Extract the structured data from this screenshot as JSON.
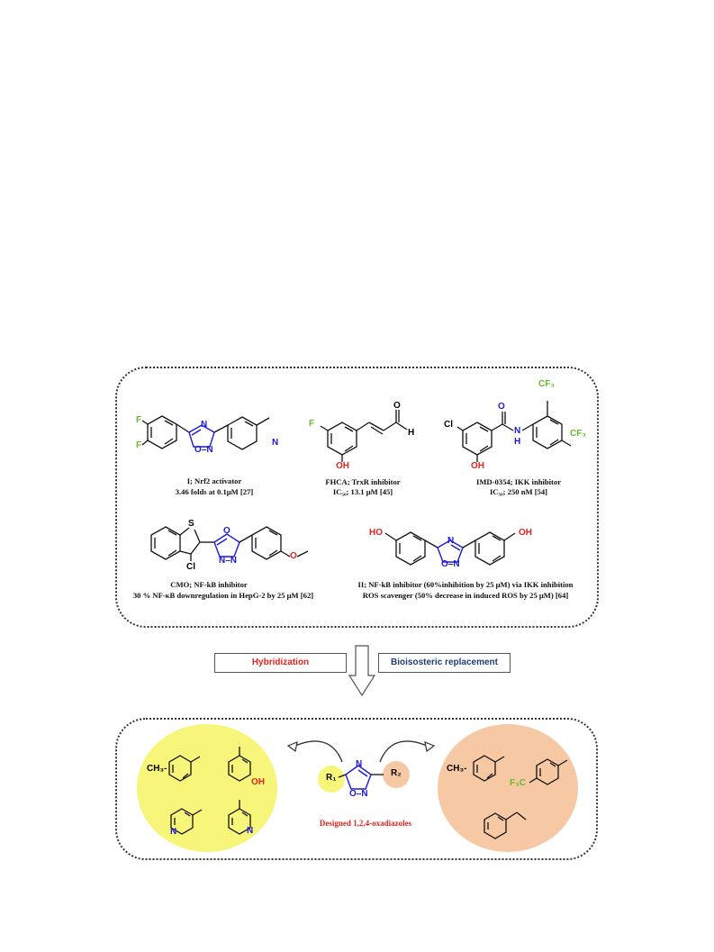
{
  "compounds": {
    "c1": {
      "line1": "I; Nrf2 activator",
      "line2": "3.46 folds at 0.1μM [27]"
    },
    "c2": {
      "line1": "FHCA; TrxR inhibitor",
      "line2": "IC₅₀; 13.1 μM [45]"
    },
    "c3": {
      "line1": "IMD-0354; IKK inhibitor",
      "line2": "IC₅₀; 250 nM [54]"
    },
    "c4": {
      "line1": "CMO; NF-kB inhibitor",
      "line2": "30 % NF-κB downregulation in HepG-2 by 25 μM [62]"
    },
    "c5": {
      "line1": "II; NF-kB inhibitor (60%inhibition by 25 μM) via IKK inhibition",
      "line2": "ROS scavenger (50% decrease in induced ROS by 25 μM) [64]"
    }
  },
  "atoms": {
    "F": "F",
    "N": "N",
    "O": "O",
    "H": "H",
    "OH": "OH",
    "Cl": "Cl",
    "S": "S",
    "CF3": "CF₃",
    "NH_N": "N",
    "NH_H": "H",
    "HO": "HO",
    "ON": "O–N",
    "NN": "N–N",
    "ON2": "O–N",
    "CH3": "CH₃-",
    "F3C": "F₃C",
    "R1": "R₁",
    "R2": "R₂"
  },
  "boxes": {
    "left": "Hybridization",
    "right": "Bioisosteric replacement"
  },
  "designed_label": "Designed 1,2,4-oxadiazoles",
  "colors": {
    "fluorine": "#6ab82e",
    "nitrogen_oxygen": "#1a1ad8",
    "highlight": "#e8231f",
    "yellow": "#f7f57a",
    "peach": "#f6c9a4",
    "box_right_text": "#1f3d7a"
  }
}
